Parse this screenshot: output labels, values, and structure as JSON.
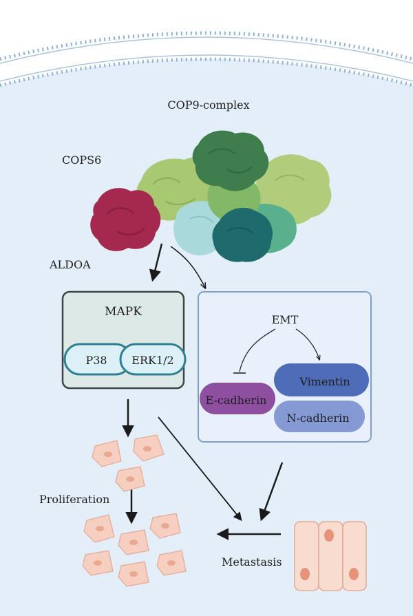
{
  "labels": {
    "complex": "COP9-complex",
    "cops6": "COPS6",
    "aldoa": "ALDOA",
    "mapk": "MAPK",
    "p38": "P38",
    "erk": "ERK1/2",
    "emt": "EMT",
    "vimentin": "Vimentin",
    "ecadherin": "E-cadherin",
    "ncadherin": "N-cadherin",
    "proliferation": "Proliferation",
    "metastasis": "Metastasis"
  },
  "colors": {
    "cytoplasm": "#e3eef9",
    "membrane": "#8fb0d8",
    "mapk_fill": "#dde9e6",
    "mapk_border": "#3f4545",
    "pill_border": "#2e7f93",
    "emt_border": "#7f9fcb",
    "ecadherin": "#8e4fa1",
    "vimentin": "#4f6cb8",
    "ncadherin": "#8599d4",
    "cops6": "#a3294e",
    "cell": "#f6cfc0"
  },
  "icons": {
    "membrane": "lipid-bilayer-icon",
    "cell": "cell-icon",
    "protein": "protein-blob-icon"
  }
}
